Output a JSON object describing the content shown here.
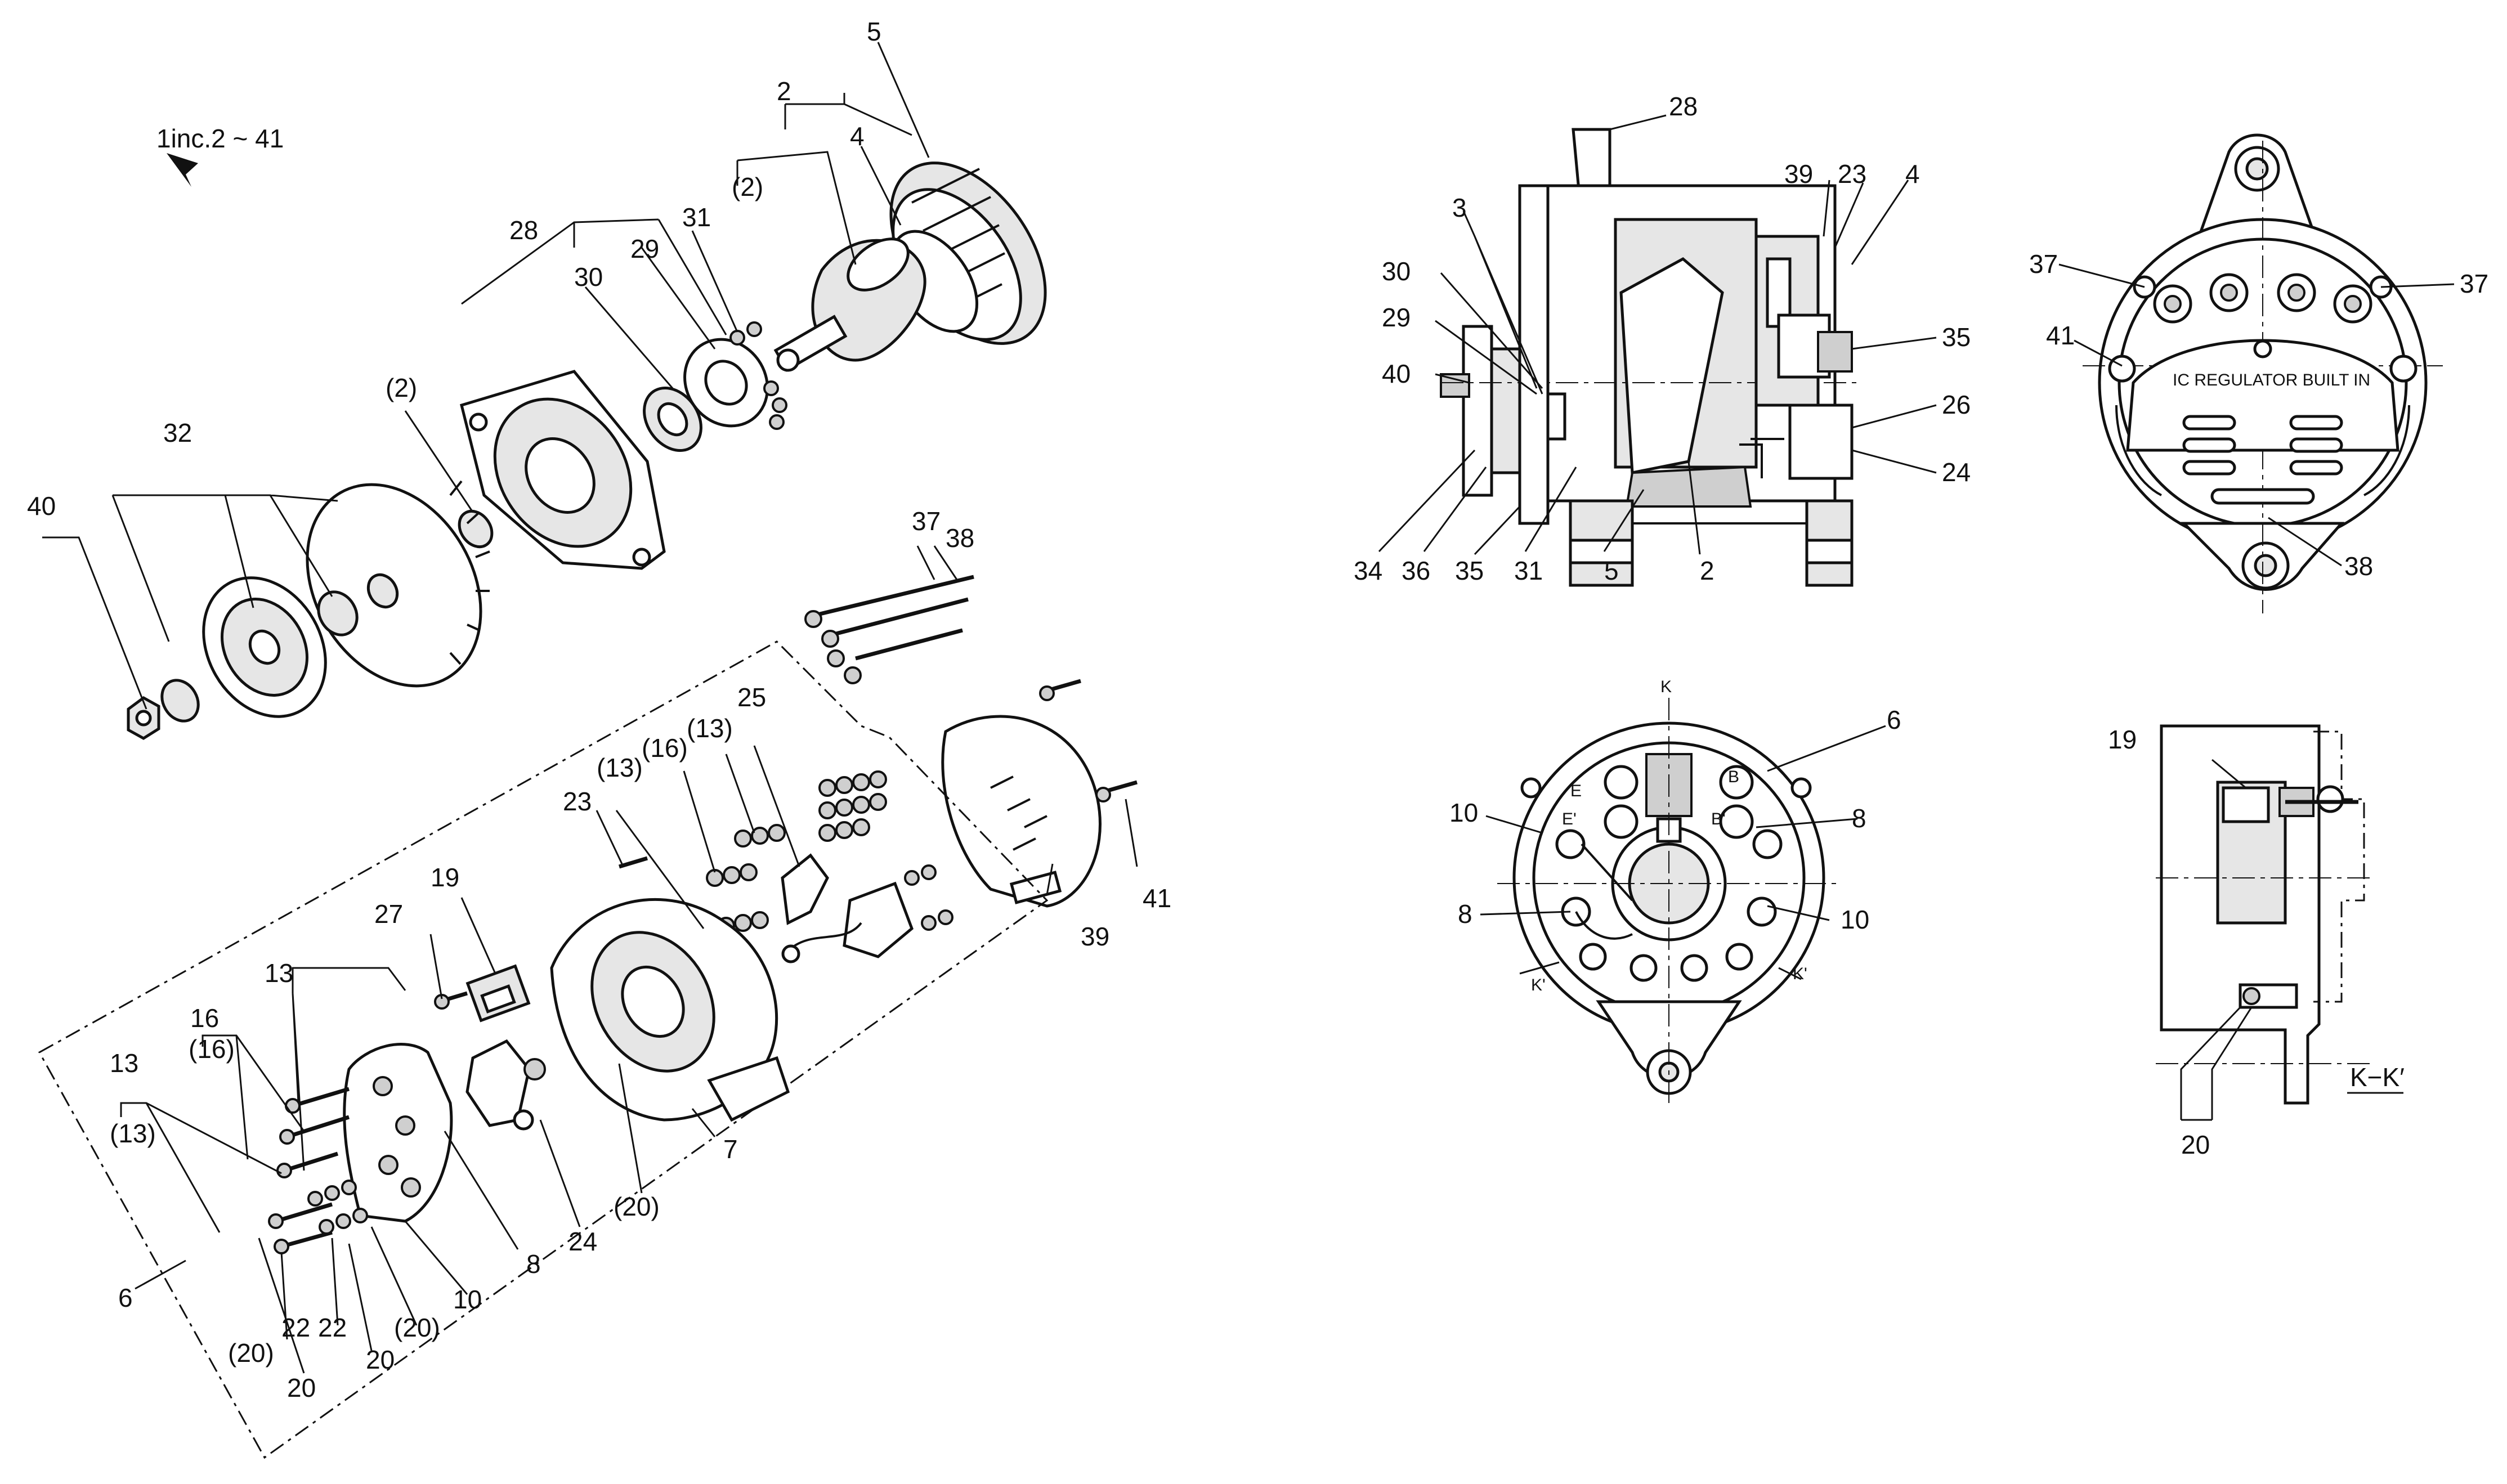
{
  "header": {
    "assembly_note": "1inc.2 ~ 41"
  },
  "exploded_view": {
    "callouts": [
      "5",
      "2",
      "4",
      "(2)",
      "31",
      "28",
      "29",
      "30",
      "(2)",
      "32",
      "40",
      "37",
      "38",
      "39",
      "41",
      "25",
      "(13)",
      "(16)",
      "(13)",
      "23",
      "19",
      "27",
      "13",
      "16",
      "(16)",
      "13",
      "(13)",
      "7",
      "24",
      "(20)",
      "8",
      "10",
      "(20)",
      "20",
      "22",
      "22",
      "20",
      "(20)",
      "6"
    ]
  },
  "side_section_view": {
    "callouts": [
      "28",
      "3",
      "39",
      "23",
      "4",
      "30",
      "29",
      "40",
      "35",
      "26",
      "24",
      "34",
      "36",
      "35",
      "31",
      "5",
      "2"
    ]
  },
  "rear_view": {
    "callouts": [
      "37",
      "37",
      "41",
      "38"
    ],
    "plate_text": "IC REGULATOR BUILT IN"
  },
  "terminal_view": {
    "callouts": [
      "6",
      "10",
      "8",
      "8",
      "10"
    ],
    "section_marks": [
      "K",
      "K'",
      "K'"
    ],
    "terminal_marks": [
      "E",
      "E'",
      "B",
      "B'"
    ]
  },
  "section_kk_view": {
    "callouts": [
      "19",
      "20"
    ],
    "section_title": "K−K′"
  }
}
